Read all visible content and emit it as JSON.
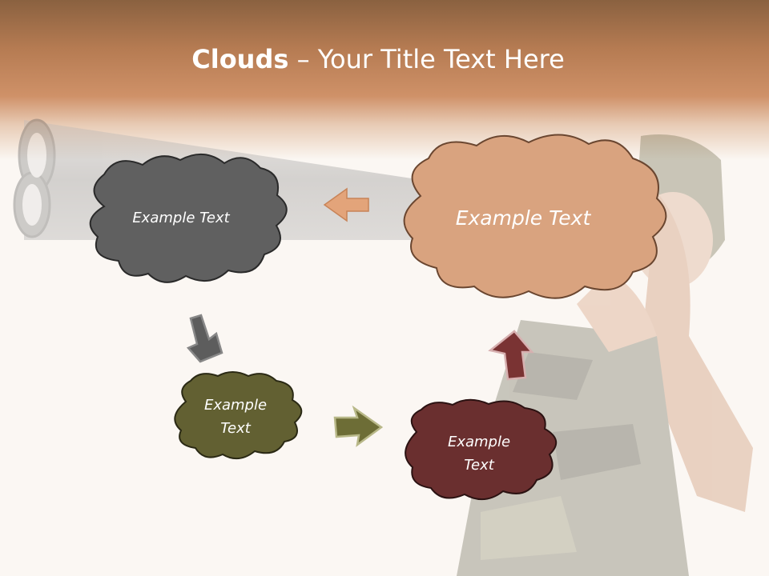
{
  "title": {
    "bold": "Clouds",
    "dash": " – ",
    "rest": "Your Title Text Here"
  },
  "clouds": [
    {
      "id": "gray",
      "text": "Example Text",
      "color": "#606060"
    },
    {
      "id": "orange",
      "text": "Example Text",
      "color": "#d9a37f"
    },
    {
      "id": "olive",
      "text": "Example\nText",
      "color": "#626032"
    },
    {
      "id": "maroon",
      "text": "Example\nText",
      "color": "#6a2f2f"
    }
  ],
  "arrows": {
    "orange_left": "#e3a47a",
    "gray_down": "#5d5d5d",
    "olive_right": "#6d6d36",
    "maroon_up": "#7a3333"
  },
  "background": {
    "page": "#fbf7f3",
    "header": "#c48a61"
  }
}
